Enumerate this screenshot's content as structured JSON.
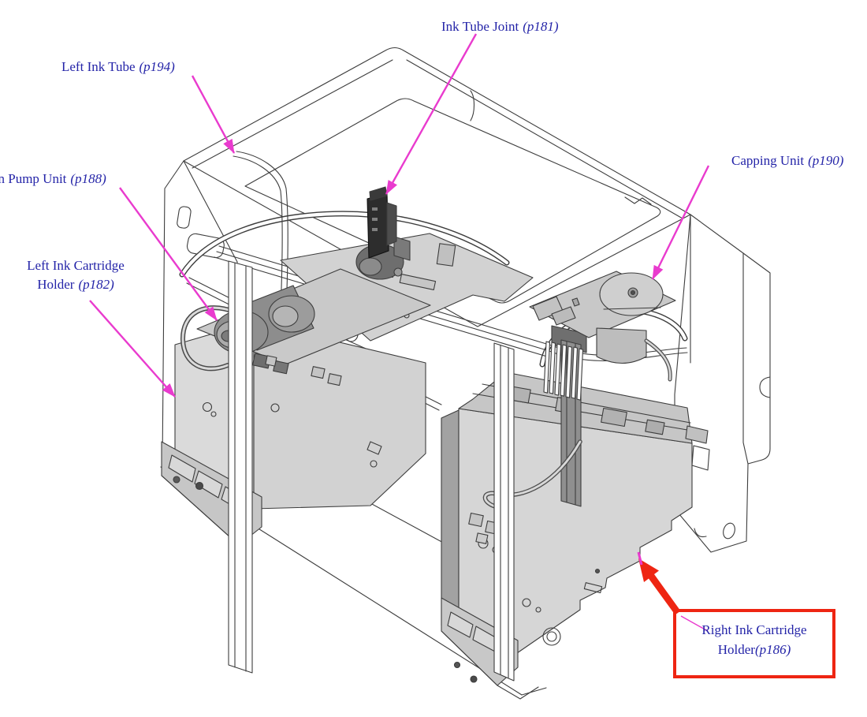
{
  "page": {
    "background": "#ffffff"
  },
  "colors": {
    "label_text": "#2424a8",
    "arrow_magenta": "#e93bce",
    "highlight_red": "#ee2512",
    "line_art": "#3d3d3d"
  },
  "labels": {
    "ink_tube_joint": {
      "text": "Ink Tube Joint",
      "page_ref": "(p181)"
    },
    "left_ink_tube": {
      "text": "Left Ink Tube",
      "page_ref": "(p194)"
    },
    "pump_unit": {
      "text": "on Pump Unit",
      "page_ref": "(p188)"
    },
    "left_ink_cartridge_holder": {
      "line1": "Left Ink Cartridge",
      "line2": "Holder",
      "page_ref": "(p182)"
    },
    "capping_unit": {
      "text": "Capping Unit",
      "page_ref": "(p190)"
    },
    "right_ink_cartridge_holder": {
      "line1": "Right Ink Cartridge",
      "line2": "Holder",
      "page_ref": "(p186)"
    }
  }
}
